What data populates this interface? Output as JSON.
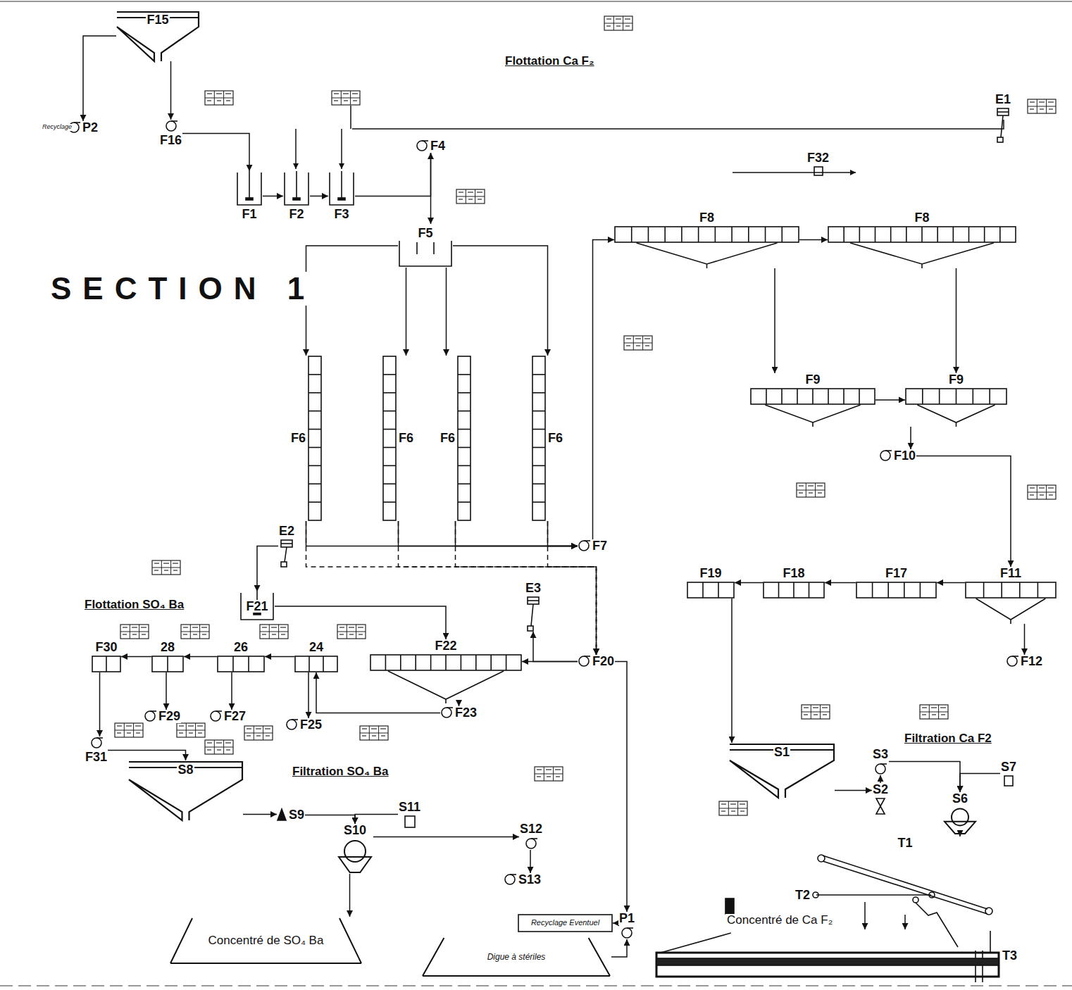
{
  "diagram": {
    "title": "SECTION 1",
    "nodes": [
      {
        "text": [
          "F15"
        ]
      },
      {
        "text": [
          "F16"
        ]
      },
      {
        "text": [
          "P2"
        ]
      },
      {
        "text": [
          "F1"
        ]
      },
      {
        "text": [
          "F2"
        ]
      },
      {
        "text": [
          "F3"
        ]
      },
      {
        "text": [
          "F4"
        ]
      },
      {
        "text": [
          "F5"
        ]
      },
      {
        "text": [
          "F6"
        ]
      },
      {
        "text": [
          "F6"
        ]
      },
      {
        "text": [
          "F6"
        ]
      },
      {
        "text": [
          "F6"
        ]
      },
      {
        "text": [
          "F7"
        ]
      },
      {
        "text": [
          "F8"
        ]
      },
      {
        "text": [
          "F8"
        ]
      },
      {
        "text": [
          "F9"
        ]
      },
      {
        "text": [
          "F9"
        ]
      },
      {
        "text": [
          "F10"
        ]
      },
      {
        "text": [
          "F11"
        ]
      },
      {
        "text": [
          "F12"
        ]
      },
      {
        "text": [
          "F17"
        ]
      },
      {
        "text": [
          "F18"
        ]
      },
      {
        "text": [
          "F19"
        ]
      },
      {
        "text": [
          "S1"
        ]
      },
      {
        "text": [
          "S3"
        ]
      },
      {
        "text": [
          "S2"
        ]
      },
      {
        "text": [
          "S7"
        ]
      },
      {
        "text": [
          "S6"
        ]
      },
      {
        "text": [
          "E1"
        ]
      },
      {
        "text": [
          "F32"
        ]
      },
      {
        "text": [
          "E2"
        ]
      },
      {
        "text": [
          "E3"
        ]
      },
      {
        "text": [
          "F20"
        ]
      },
      {
        "text": [
          "F21"
        ]
      },
      {
        "text": [
          "F22"
        ]
      },
      {
        "text": [
          "F23"
        ]
      },
      {
        "text": [
          "24"
        ]
      },
      {
        "text": [
          "F25"
        ]
      },
      {
        "text": [
          "26"
        ]
      },
      {
        "text": [
          "F27"
        ]
      },
      {
        "text": [
          "28"
        ]
      },
      {
        "text": [
          "F29"
        ]
      },
      {
        "text": [
          "F30"
        ]
      },
      {
        "text": [
          "F31"
        ]
      },
      {
        "text": [
          "S8"
        ]
      },
      {
        "text": [
          "S9"
        ]
      },
      {
        "text": [
          "S10"
        ]
      },
      {
        "text": [
          "S11"
        ]
      },
      {
        "text": [
          "S12"
        ]
      },
      {
        "text": [
          "S13"
        ]
      },
      {
        "text": [
          "P1"
        ]
      },
      {
        "text": [
          "T1"
        ]
      },
      {
        "text": [
          "T2"
        ]
      },
      {
        "text": [
          "T3"
        ]
      },
      {
        "text": [
          "Concentré de SO₄ Ba"
        ]
      },
      {
        "text": [
          "Digue à stériles"
        ]
      },
      {
        "text": [
          "Recyclage Eventuel"
        ]
      }
    ],
    "edges": [
      {
        "from": 0,
        "to": 1,
        "arrow": "to"
      },
      {
        "from": 0,
        "to": 2,
        "arrow": "to"
      },
      {
        "from": 1,
        "to": 3,
        "arrow": "to"
      },
      {
        "from": 3,
        "to": 4,
        "arrow": "to"
      },
      {
        "from": 4,
        "to": 5,
        "arrow": "to"
      },
      {
        "from": 5,
        "to": 6,
        "arrow": "to"
      },
      {
        "from": 6,
        "to": 7,
        "arrow": "to"
      },
      {
        "from": 7,
        "to": 8,
        "arrow": "to"
      },
      {
        "from": 7,
        "to": 9,
        "arrow": "to"
      },
      {
        "from": 7,
        "to": 10,
        "arrow": "to"
      },
      {
        "from": 7,
        "to": 11,
        "arrow": "to"
      },
      {
        "from": 8,
        "to": 12,
        "arrow": "to"
      },
      {
        "from": 9,
        "to": 12,
        "arrow": "to"
      },
      {
        "from": 10,
        "to": 12,
        "arrow": "to"
      },
      {
        "from": 11,
        "to": 12,
        "arrow": "to"
      },
      {
        "from": 8,
        "to": 32,
        "arrow": "to"
      },
      {
        "from": 9,
        "to": 32,
        "arrow": "to"
      },
      {
        "from": 10,
        "to": 32,
        "arrow": "to"
      },
      {
        "from": 11,
        "to": 32,
        "arrow": "to"
      },
      {
        "from": 12,
        "to": 13,
        "arrow": "to"
      },
      {
        "from": 13,
        "to": 14,
        "arrow": "to"
      },
      {
        "from": 13,
        "to": 15,
        "arrow": "to"
      },
      {
        "from": 14,
        "to": 16,
        "arrow": "to"
      },
      {
        "from": 15,
        "to": 16,
        "arrow": "to"
      },
      {
        "from": 16,
        "to": 17,
        "arrow": "to"
      },
      {
        "from": 17,
        "to": 18,
        "arrow": "to"
      },
      {
        "from": 18,
        "to": 20,
        "arrow": "to"
      },
      {
        "from": 20,
        "to": 21,
        "arrow": "to"
      },
      {
        "from": 21,
        "to": 22,
        "arrow": "to"
      },
      {
        "from": 18,
        "to": 19,
        "arrow": "to"
      },
      {
        "from": 22,
        "to": 23,
        "arrow": "to"
      },
      {
        "from": 23,
        "to": 25,
        "arrow": "to"
      },
      {
        "from": 25,
        "to": 24,
        "arrow": "to"
      },
      {
        "from": 24,
        "to": 27,
        "arrow": "to"
      },
      {
        "from": 26,
        "to": 27,
        "arrow": "to"
      },
      {
        "from": 27,
        "to": 51,
        "arrow": "to"
      },
      {
        "from": 51,
        "to": 53,
        "arrow": "to"
      },
      {
        "from": 52,
        "to": 53,
        "arrow": "to"
      },
      {
        "from": 32,
        "to": 31,
        "arrow": "to"
      },
      {
        "from": 32,
        "to": 34,
        "arrow": "to"
      },
      {
        "from": 30,
        "to": 33,
        "arrow": "to"
      },
      {
        "from": 33,
        "to": 34,
        "arrow": "to"
      },
      {
        "from": 34,
        "to": 35,
        "arrow": "to"
      },
      {
        "from": 35,
        "to": 36,
        "arrow": "to"
      },
      {
        "from": 36,
        "to": 38,
        "arrow": "to"
      },
      {
        "from": 38,
        "to": 40,
        "arrow": "to"
      },
      {
        "from": 40,
        "to": 42,
        "arrow": "to"
      },
      {
        "from": 36,
        "to": 37,
        "arrow": "to"
      },
      {
        "from": 38,
        "to": 39,
        "arrow": "to"
      },
      {
        "from": 40,
        "to": 41,
        "arrow": "to"
      },
      {
        "from": 42,
        "to": 43,
        "arrow": "to"
      },
      {
        "from": 43,
        "to": 44,
        "arrow": "to"
      },
      {
        "from": 44,
        "to": 45,
        "arrow": "to"
      },
      {
        "from": 45,
        "to": 46,
        "arrow": "to"
      },
      {
        "from": 47,
        "to": 46,
        "arrow": "to"
      },
      {
        "from": 46,
        "to": 54,
        "arrow": "to"
      },
      {
        "from": 46,
        "to": 48,
        "arrow": "to"
      },
      {
        "from": 48,
        "to": 49,
        "arrow": "to"
      },
      {
        "from": 32,
        "to": 50,
        "arrow": "to"
      },
      {
        "from": 55,
        "to": 50,
        "arrow": "to"
      },
      {
        "from": 50,
        "to": 56,
        "arrow": "to"
      }
    ],
    "labels": [
      "Flottation Ca F₂",
      "Flottation SO₄ Ba",
      "Filtration SO₄ Ba",
      "Filtration Ca F2",
      "Concentré de Ca F₂",
      "Recyclage"
    ]
  }
}
